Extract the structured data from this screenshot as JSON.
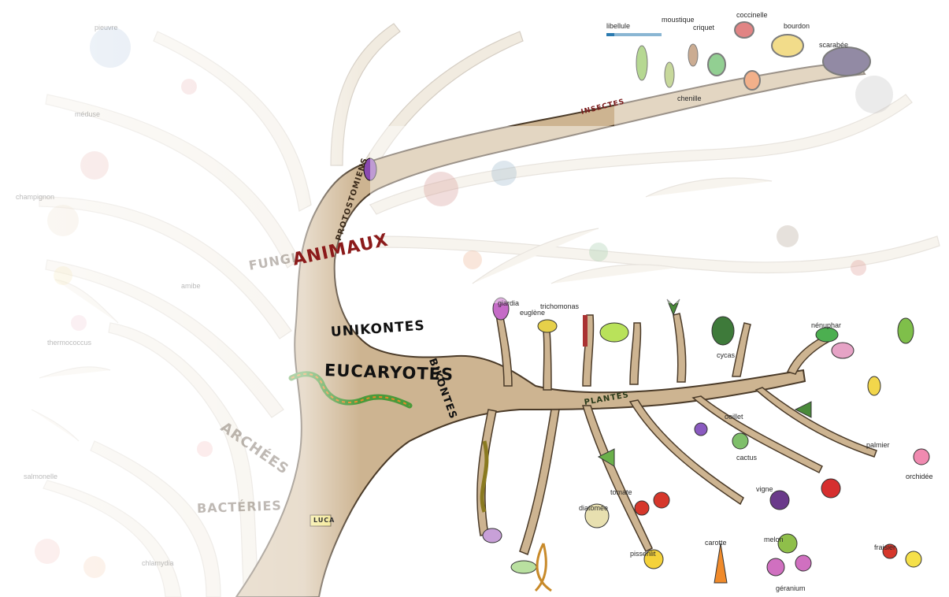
{
  "labels": {
    "animaux": "ANIMAUX",
    "unikontes": "UNIKONTES",
    "eucaryotes": "EUCARYOTES",
    "bikontes": "BIKONTES",
    "fungi": "FUNGI",
    "archees": "ARCHÉES",
    "bacteries": "BACTÉRIES",
    "protostomiens": "PROTOSTOMIENS",
    "plantes": "PLANTES",
    "insectes": "INSECTES",
    "luca": "LUCA"
  },
  "species": {
    "scarabee": "scarabée",
    "bourdon": "bourdon",
    "coccinelle": "coccinelle",
    "libellule": "libellule",
    "moustique": "moustique",
    "criquet": "criquet",
    "chenille": "chenille",
    "giardia": "giardia",
    "euglene": "euglène",
    "trichomonas": "trichomonas",
    "diatomee": "diatomée",
    "cycas": "cycas",
    "nenuphar": "nénuphar",
    "palmier": "palmier",
    "orchidee": "orchidée",
    "fraisier": "fraisier",
    "tomate": "tomate",
    "carotte": "carotte",
    "pissenlit": "pissenlit",
    "geranium": "géranium",
    "melon": "melon",
    "vigne": "vigne",
    "cactus": "cactus",
    "oeillet": "oeillet",
    "pieuvre": "pieuvre",
    "meduse": "méduse",
    "champignon": "champignon",
    "amibe": "amibe",
    "thermococcus": "thermococcus",
    "salmonelle": "salmonelle",
    "chlamydia": "chlamydia"
  },
  "colors": {
    "trunk": "#cdb491",
    "trunk_dark": "#a88c66",
    "outline": "#4a3a28",
    "animaux_text": "#8b1a1a",
    "label_text": "#111111"
  }
}
